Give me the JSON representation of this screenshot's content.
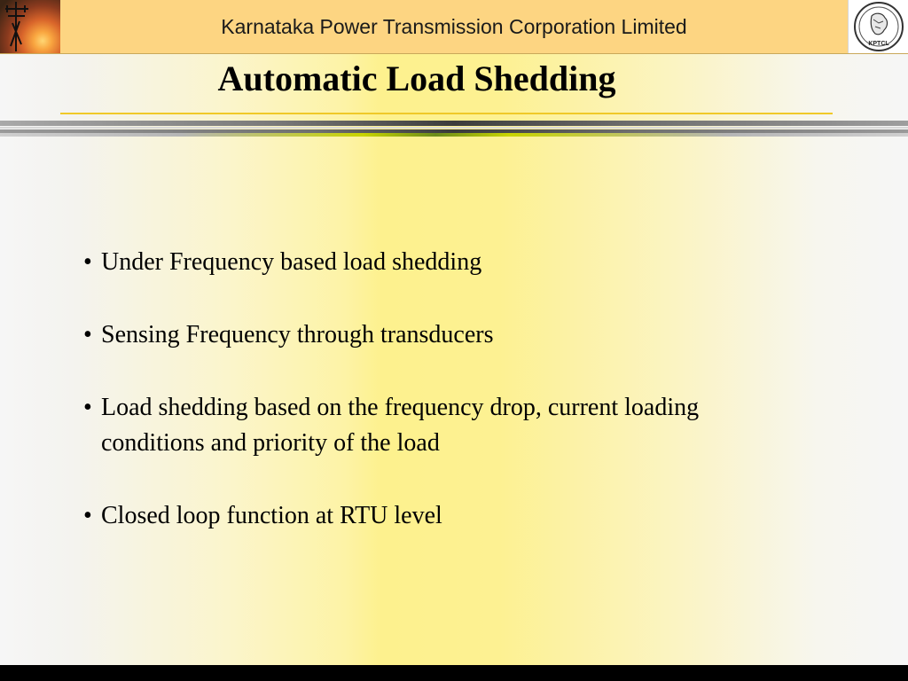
{
  "header": {
    "organization": "Karnataka Power Transmission Corporation Limited",
    "photo_icon": "power-tower-sunset-icon",
    "logo_icon": "kptcl-emblem-icon",
    "logo_text": "KPTCL"
  },
  "slide": {
    "title": "Automatic Load Shedding",
    "bullets": [
      {
        "mark": "•",
        "text": "Under Frequency based load shedding"
      },
      {
        "mark": "•",
        "text": "Sensing Frequency through transducers"
      },
      {
        "mark": "•",
        "text": "Load shedding based on the frequency drop, current loading\nconditions and priority of the load"
      },
      {
        "mark": "•",
        "text": "Closed loop function at RTU level"
      }
    ]
  },
  "colors": {
    "header_background": "#fdd582",
    "title_underline": "#f0c928",
    "slide_center": "#fdf18e",
    "bottom_bar": "#000000"
  }
}
